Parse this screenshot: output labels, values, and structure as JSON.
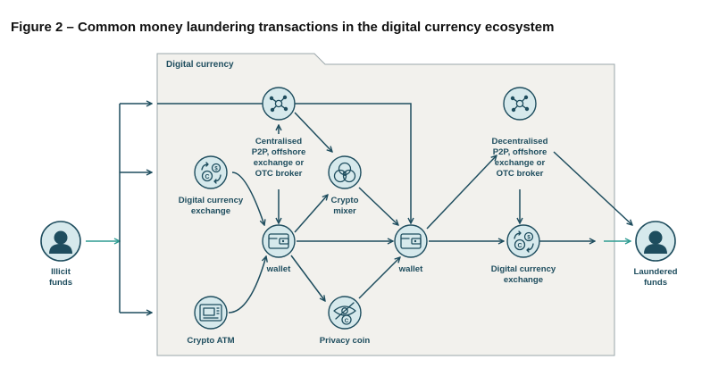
{
  "figure_title": "Figure 2 – Common money laundering transactions in the digital currency ecosystem",
  "panel_label": "Digital currency",
  "colors": {
    "flow": "#1e4d5e",
    "flow_green": "#2e9c92",
    "panel_fill": "#f2f1ed",
    "node_fill": "#d6e9ec"
  },
  "nodes": {
    "illicit_funds": {
      "icon": "person-icon",
      "label": [
        "Illicit",
        "funds"
      ]
    },
    "laundered_funds": {
      "icon": "person-icon",
      "label": [
        "Laundered",
        "funds"
      ]
    },
    "central_p2p": {
      "icon": "network-icon",
      "label": [
        "Centralised",
        "P2P, offshore",
        "exchange or",
        "OTC broker"
      ]
    },
    "exchange_left": {
      "icon": "currency-exchange-icon",
      "label": [
        "Digital currency",
        "exchange"
      ]
    },
    "crypto_atm": {
      "icon": "atm-icon",
      "label": [
        "Crypto ATM"
      ]
    },
    "wallet_left": {
      "icon": "wallet-icon",
      "label": [
        "wallet"
      ]
    },
    "crypto_mixer": {
      "icon": "mixer-icon",
      "label": [
        "Crypto",
        "mixer"
      ]
    },
    "privacy_coin": {
      "icon": "privacy-coin-icon",
      "label": [
        "Privacy coin"
      ]
    },
    "wallet_right": {
      "icon": "wallet-icon",
      "label": [
        "wallet"
      ]
    },
    "decentral_p2p": {
      "icon": "network-icon",
      "label": [
        "Decentralised",
        "P2P, offshore",
        "exchange or",
        "OTC broker"
      ]
    },
    "exchange_right": {
      "icon": "currency-exchange-icon",
      "label": [
        "Digital currency",
        "exchange"
      ]
    }
  }
}
